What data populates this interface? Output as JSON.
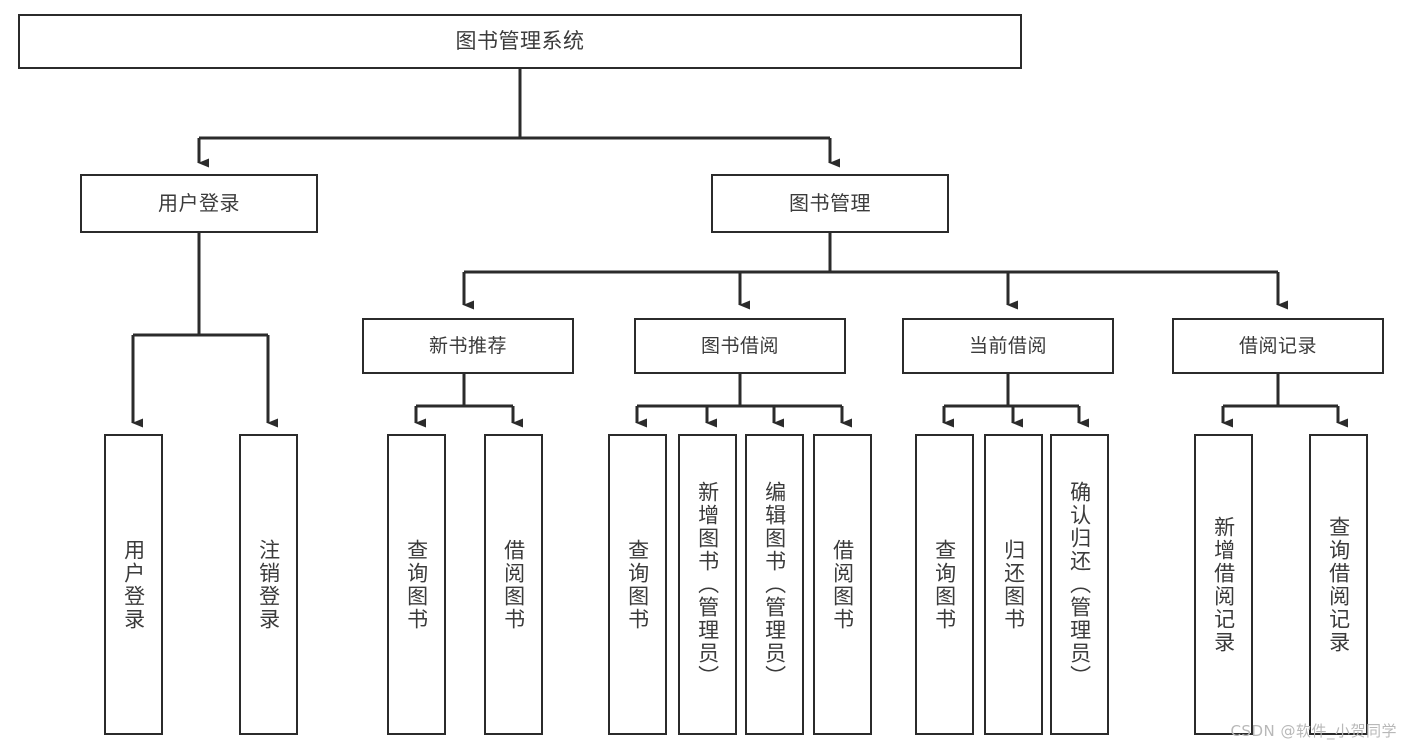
{
  "diagram": {
    "title": "图书管理系统",
    "type": "tree-hierarchy-chart",
    "watermark": "CSDN @软件_小贺同学",
    "colors": {
      "box_border": "#2b2b2b",
      "box_fill": "#ffffff",
      "connector": "#2b2b2b",
      "text": "#3b3b3b",
      "watermark": "#b8b8b8",
      "background": "#ffffff"
    },
    "nodes": {
      "root": {
        "label": "图书管理系统"
      },
      "level1": [
        {
          "id": "user-login",
          "label": "用户登录"
        },
        {
          "id": "book-management",
          "label": "图书管理"
        }
      ],
      "level2": [
        {
          "id": "new-book-recommend",
          "label": "新书推荐"
        },
        {
          "id": "book-borrow",
          "label": "图书借阅"
        },
        {
          "id": "current-borrow",
          "label": "当前借阅"
        },
        {
          "id": "borrow-record",
          "label": "借阅记录"
        }
      ],
      "leaves": {
        "user-login": [
          {
            "id": "leaf-user-login",
            "label": "用户登录"
          },
          {
            "id": "leaf-logout",
            "label": "注销登录"
          }
        ],
        "new-book-recommend": [
          {
            "id": "leaf-query-book-1",
            "label": "查询图书"
          },
          {
            "id": "leaf-borrow-book-1",
            "label": "借阅图书"
          }
        ],
        "book-borrow": [
          {
            "id": "leaf-query-book-2",
            "label": "查询图书"
          },
          {
            "id": "leaf-add-book",
            "label": "新增图书（管理员）"
          },
          {
            "id": "leaf-edit-book",
            "label": "编辑图书（管理员）"
          },
          {
            "id": "leaf-borrow-book-2",
            "label": "借阅图书"
          }
        ],
        "current-borrow": [
          {
            "id": "leaf-query-book-3",
            "label": "查询图书"
          },
          {
            "id": "leaf-return-book",
            "label": "归还图书"
          },
          {
            "id": "leaf-confirm-return",
            "label": "确认归还（管理员）"
          }
        ],
        "borrow-record": [
          {
            "id": "leaf-add-record",
            "label": "新增借阅记录"
          },
          {
            "id": "leaf-query-record",
            "label": "查询借阅记录"
          }
        ]
      }
    }
  }
}
